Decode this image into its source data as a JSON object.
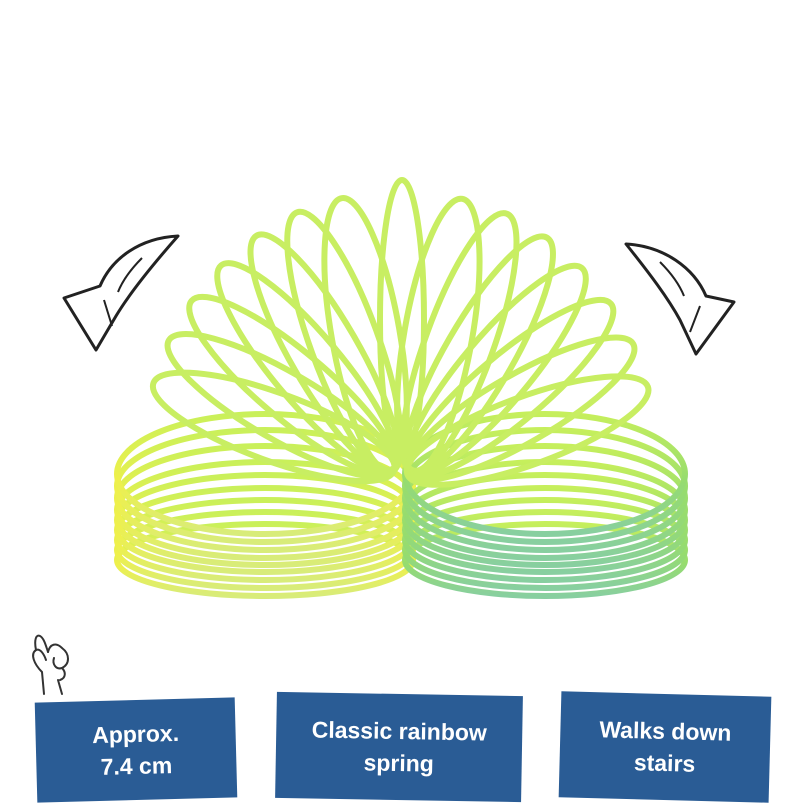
{
  "badges": [
    {
      "line1": "Approx.",
      "line2": "7.4 cm"
    },
    {
      "line1": "Classic rainbow",
      "line2": "spring"
    },
    {
      "line1": "Walks down",
      "line2": "stairs"
    }
  ],
  "colors": {
    "badge": "#2a5c95",
    "badge_text": "#ffffff",
    "spring_yellow": "#f0ec3a",
    "spring_lime": "#c9f05a",
    "spring_green": "#7fd08a",
    "arrow_outline": "#222222"
  },
  "icons": {
    "left_arrow": "curved-arrow-left-icon",
    "right_arrow": "curved-arrow-right-icon",
    "hand": "ok-hand-icon"
  }
}
